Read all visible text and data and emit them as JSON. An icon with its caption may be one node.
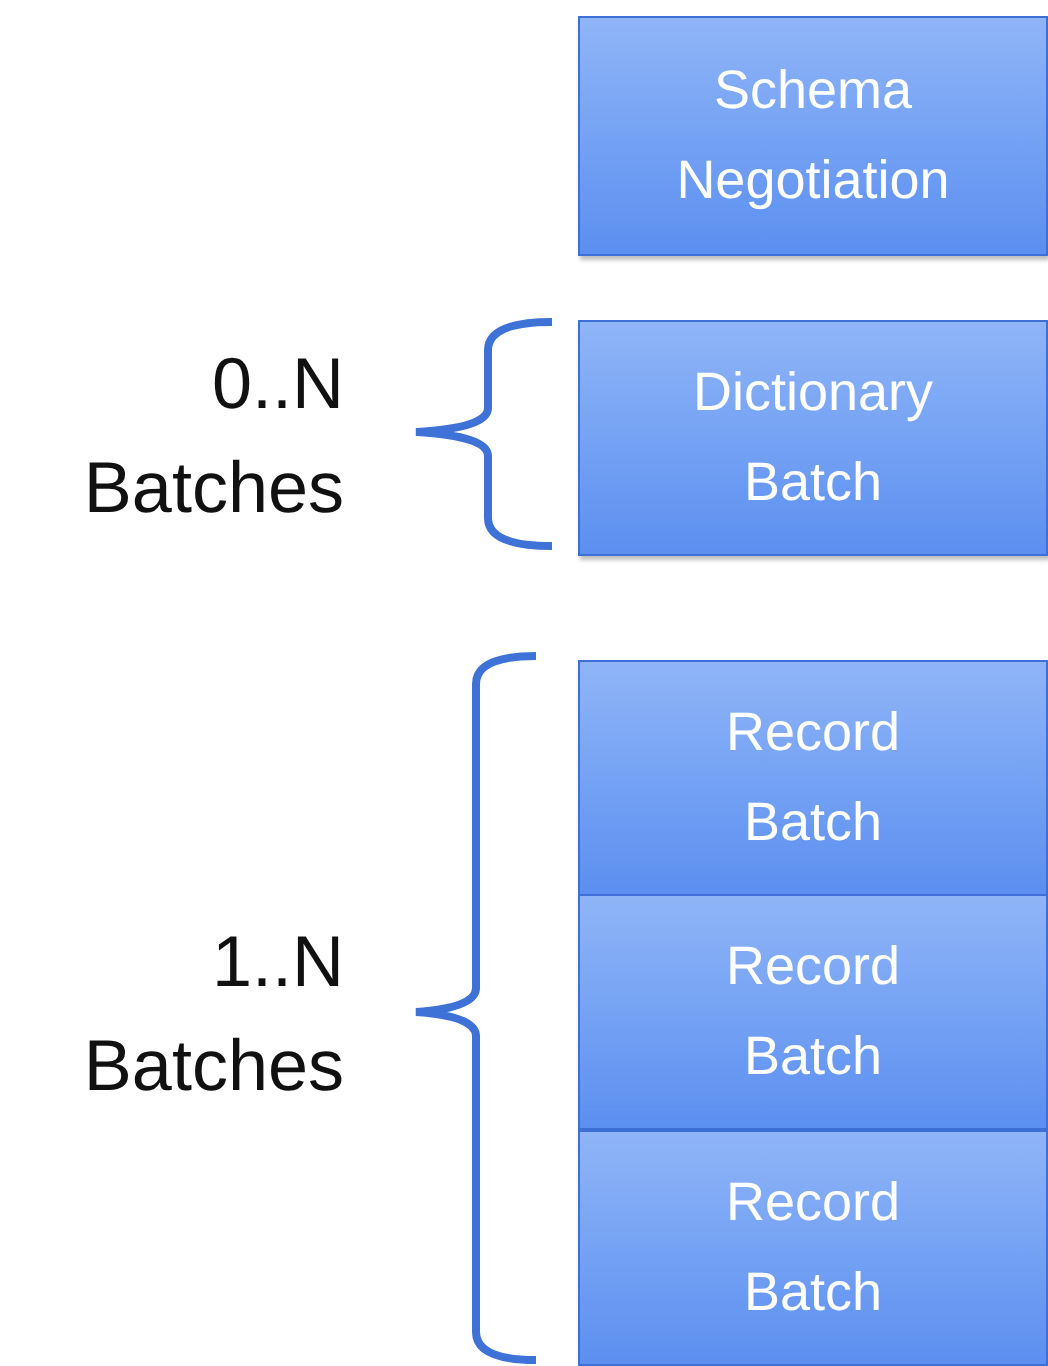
{
  "diagram": {
    "nodes": [
      {
        "text": [
          "Schema Negotiation"
        ]
      },
      {
        "text": [
          "Dictionary Batch"
        ]
      },
      {
        "text": [
          "Record Batch"
        ]
      },
      {
        "text": [
          "Record Batch"
        ]
      },
      {
        "text": [
          "Record Batch"
        ]
      }
    ],
    "labels": [
      "0..N Batches",
      "1..N Batches"
    ]
  }
}
